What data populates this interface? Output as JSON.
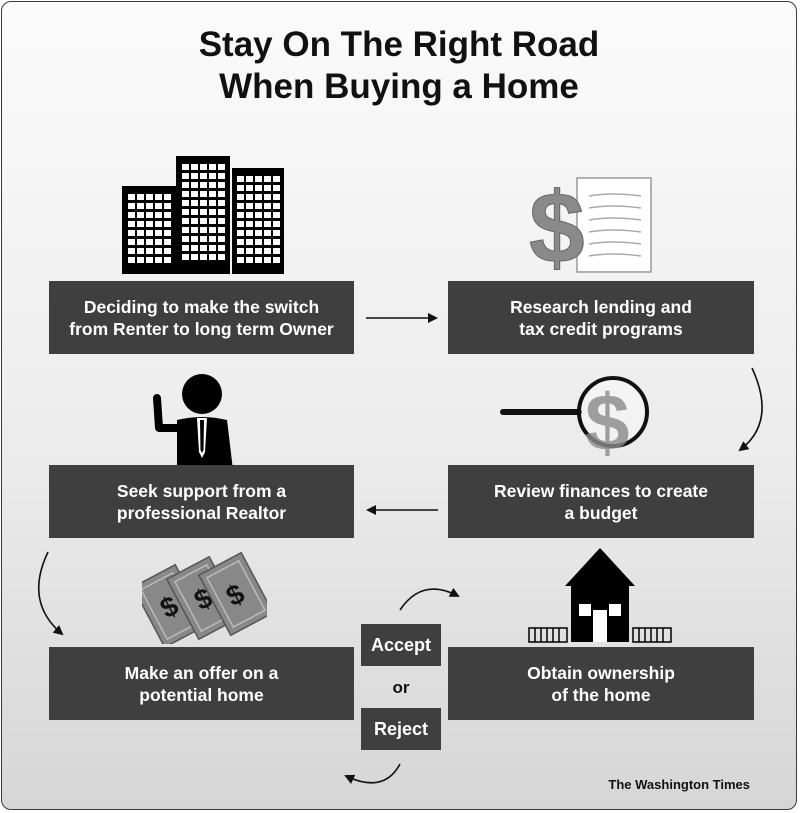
{
  "title": {
    "line1": "Stay On The Right Road",
    "line2": "When Buying a Home"
  },
  "steps": [
    {
      "line1": "Deciding to make the switch",
      "line2": "from Renter to long term Owner",
      "icon": "buildings-icon"
    },
    {
      "line1": "Research lending and",
      "line2": "tax credit programs",
      "icon": "dollar-document-icon"
    },
    {
      "line1": "Review finances to create",
      "line2": "a budget",
      "icon": "magnifying-glass-dollar-icon"
    },
    {
      "line1": "Seek support from a",
      "line2": "professional Realtor",
      "icon": "realtor-person-icon"
    },
    {
      "line1": "Make an offer on a",
      "line2": "potential home",
      "icon": "money-bills-icon"
    },
    {
      "line1": "Obtain ownership",
      "line2": "of the home",
      "icon": "house-fence-icon"
    }
  ],
  "decision": {
    "accept": "Accept",
    "or": "or",
    "reject": "Reject"
  },
  "credit": "The Washington Times",
  "colors": {
    "box": "#3f3f3f",
    "box_text": "#ffffff",
    "arrow": "#111111",
    "icon_dark": "#000000",
    "icon_gray": "#8a8a8a"
  }
}
